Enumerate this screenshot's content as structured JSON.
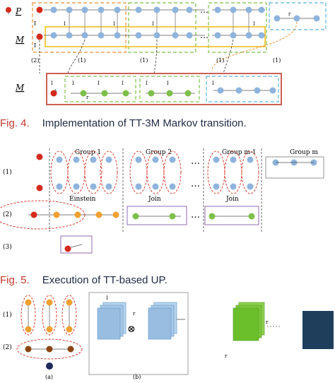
{
  "fig4": {
    "rows": {
      "p": "P",
      "m": "M",
      "mt": "M"
    },
    "labels": {
      "ibase": "I",
      "i1": "I",
      "i2": "I",
      "ik": "I",
      "ik1": "I",
      "ik2": "I",
      "in": "I",
      "r": "r",
      "r2": "r"
    },
    "step1": "(1)",
    "step2": "(2)",
    "caption_num": "Fig. 4.",
    "caption_text": "Implementation of TT-3M Markov transition."
  },
  "fig5": {
    "groups": [
      "Group 1",
      "Group 2",
      "Group m-1",
      "Group m"
    ],
    "ops": {
      "einstein": "Einstein",
      "join1": "Join",
      "join2": "Join"
    },
    "steps": [
      "(1)",
      "(2)",
      "(3)"
    ],
    "dots": "…",
    "caption_num": "Fig. 5.",
    "caption_text": "Execution of TT-based UP."
  },
  "fig6": {
    "steps": [
      "(1)",
      "(2)"
    ],
    "sub_a": "(a)",
    "sub_b": "(b)",
    "otimes": "⊗",
    "labels": {
      "r": "r",
      "r2": "r",
      "rn": "r",
      "in": "I"
    }
  }
}
